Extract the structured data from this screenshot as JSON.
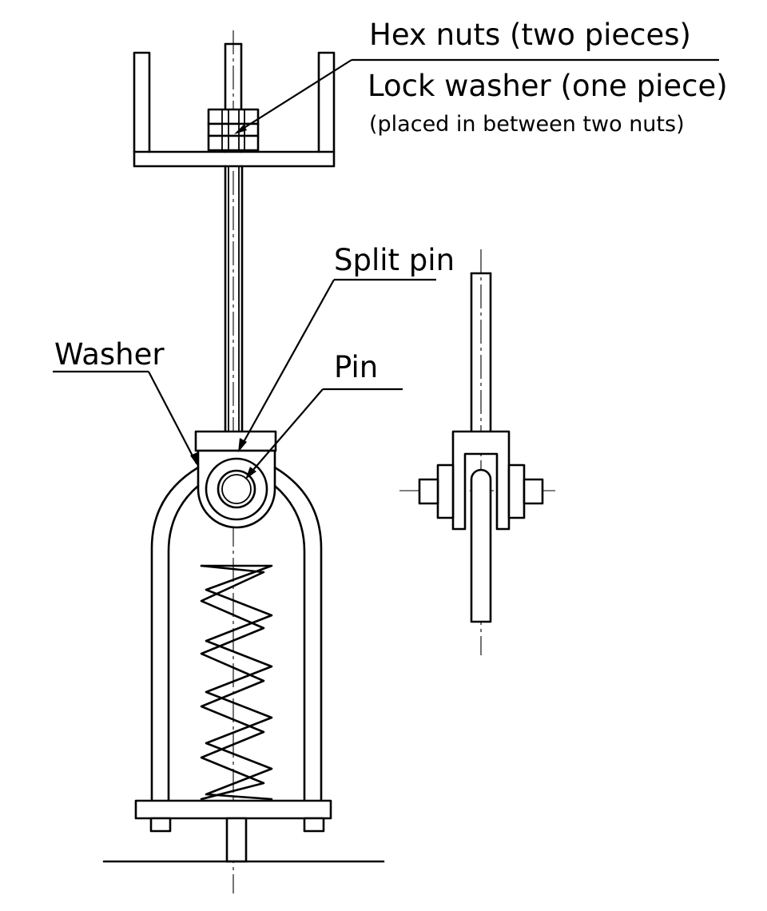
{
  "labels": {
    "hex_nuts": "Hex nuts (two pieces)",
    "lock_washer": "Lock washer (one piece)",
    "placement_note": "(placed in between two nuts)",
    "split_pin": "Split pin",
    "washer": "Washer",
    "pin": "Pin"
  },
  "colors": {
    "ink": "#000000",
    "background": "#ffffff"
  }
}
